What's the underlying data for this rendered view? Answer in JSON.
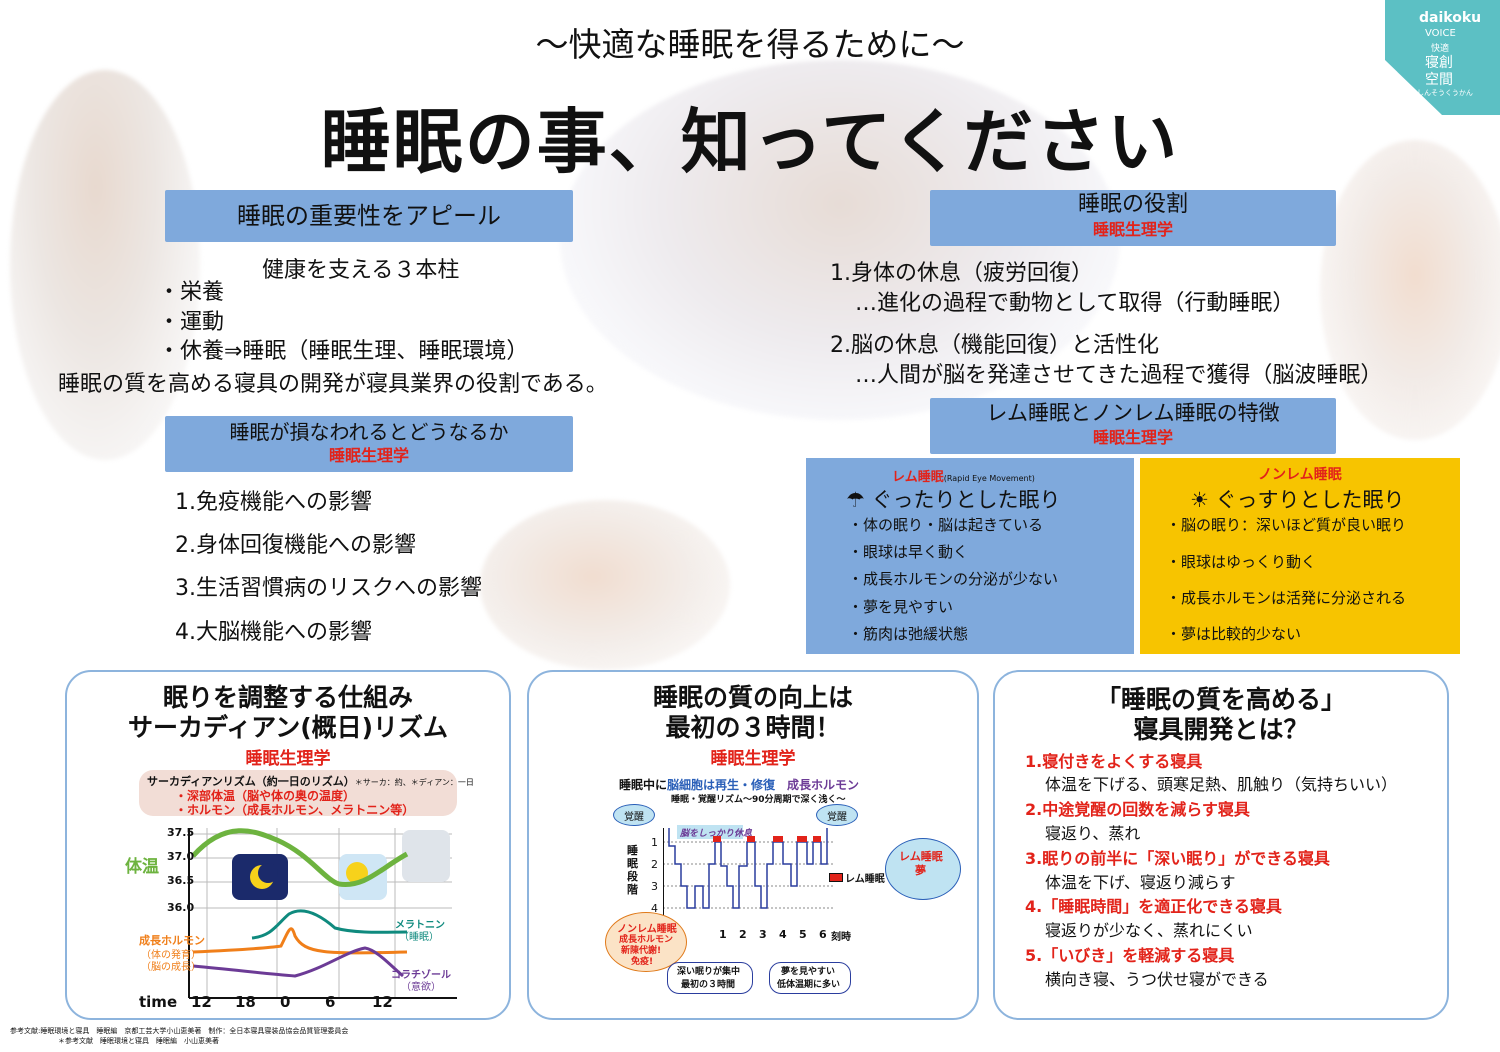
{
  "header": {
    "subtitle": "〜快適な睡眠を得るために〜",
    "title": "睡眠の事、知ってください"
  },
  "brand": {
    "name": "daikoku",
    "line1": "VOICE",
    "line2": "快適",
    "line3": "寝創",
    "line4": "空間",
    "line5": "しんそうくうかん",
    "color": "#5cc0c4"
  },
  "importance": {
    "heading": "睡眠の重要性をアピール",
    "pillars_title": "健康を支える３本柱",
    "items": [
      "・栄養",
      "・運動",
      "・休養⇒睡眠（睡眠生理、睡眠環境）"
    ],
    "conclusion": "睡眠の質を高める寝具の開発が寝具業界の役割である。"
  },
  "impaired": {
    "heading": "睡眠が損なわれるとどうなるか",
    "sub": "睡眠生理学",
    "items": [
      "1.免疫機能への影響",
      "2.身体回復機能への影響",
      "3.生活習慣病のリスクへの影響",
      "4.大脳機能への影響"
    ]
  },
  "role": {
    "heading": "睡眠の役割",
    "sub": "睡眠生理学",
    "item1": "1.身体の休息（疲労回復）",
    "item1_detail": "…進化の過程で動物として取得（行動睡眠）",
    "item2": "2.脳の休息（機能回復）と活性化",
    "item2_detail": "…人間が脳を発達させてきた過程で獲得（脳波睡眠）"
  },
  "features": {
    "heading": "レム睡眠とノンレム睡眠の特徴",
    "sub": "睡眠生理学",
    "rem": {
      "label": "レム睡眠",
      "label_en": "(Rapid Eye Movement)",
      "title": "☂ ぐったりとした眠り",
      "items": [
        "・体の眠り・脳は起きている",
        "・眼球は早く動く",
        "・成長ホルモンの分泌が少ない",
        "・夢を見やすい",
        "・筋肉は弛緩状態"
      ],
      "color": "#7fa9dc"
    },
    "nonrem": {
      "label": "ノンレム睡眠",
      "title": "☀ ぐっすりとした眠り",
      "items": [
        "・脳の眠り：深いほど質が良い眠り",
        "・眼球はゆっくり動く",
        "・成長ホルモンは活発に分泌される",
        "・夢は比較的少ない"
      ],
      "color": "#f7c400"
    }
  },
  "panel1": {
    "title1": "眠りを調整する仕組み",
    "title2": "サーカディアン(概日)リズム",
    "sub": "睡眠生理学",
    "legend_title": "サーカディアンリズム（約一日のリズム）",
    "legend_note": "＊サーカ：約、＊ディアン：一日",
    "legend_line1": "・深部体温（脳や体の奥の温度）",
    "legend_line2": "・ホルモン（成長ホルモン、メラトニン等）",
    "temp_label": "体温",
    "ticks": [
      "37.5",
      "37.0",
      "36.5",
      "36.0"
    ],
    "growth_label1": "成長ホルモン",
    "growth_label2": "（体の発育）",
    "growth_label3": "（脳の成長）",
    "melatonin1": "メラトニン",
    "melatonin2": "（睡眠）",
    "cortisol1": "コラチゾール",
    "cortisol2": "（意欲）",
    "time_label": "time",
    "times": [
      "12",
      "18",
      "0",
      "6",
      "12"
    ],
    "temp_color": "#6db33f",
    "growth_color": "#f07f1a",
    "melatonin_color": "#0f8a7e",
    "cortisol_color": "#6c3b96"
  },
  "panel2": {
    "title1": "睡眠の質の向上は",
    "title2": "最初の３時間！",
    "sub": "睡眠生理学",
    "caption_a": "睡眠中に",
    "caption_b": "脳細胞は再生・修復",
    "caption_c": "成長ホルモン",
    "caption2": "睡眠・覚醒リズム〜90分周期で深く浅く〜",
    "awake": "覚醒",
    "brain_rest": "脳をしっかり休息",
    "axis_label": "睡眠段階",
    "stages": [
      "1",
      "2",
      "3",
      "4"
    ],
    "hours": [
      "1",
      "2",
      "3",
      "4",
      "5",
      "6"
    ],
    "hour_label": "刻時",
    "rem_bubble1": "レム睡眠",
    "rem_bubble2": "夢",
    "rem_legend": "レム睡眠",
    "nonrem_bubble1": "ノンレム睡眠",
    "nonrem_bubble2": "成長ホルモン",
    "nonrem_bubble3": "新陳代謝!",
    "nonrem_bubble4": "免疫!",
    "deep_note1": "深い眠りが集中",
    "deep_note2": "最初の３時間",
    "dream_note1": "夢を見やすい",
    "dream_note2": "低体温期に多い"
  },
  "panel3": {
    "title1": "「睡眠の質を高める」",
    "title2": "寝具開発とは？",
    "items": [
      {
        "head": "1.寝付きをよくする寝具",
        "detail": "体温を下げる、頭寒足熱、肌触り（気持ちいい）"
      },
      {
        "head": "2.中途覚醒の回数を減らす寝具",
        "detail": "寝返り、蒸れ"
      },
      {
        "head": "3.眠りの前半に「深い眠り」ができる寝具",
        "detail": "体温を下げ、寝返り減らす"
      },
      {
        "head": "4.「睡眠時間」を適正化できる寝具",
        "detail": "寝返りが少なく、蒸れにくい"
      },
      {
        "head": "5.「いびき」を軽減する寝具",
        "detail": "横向き寝、うつ伏せ寝ができる"
      }
    ]
  },
  "footer": {
    "line1": "参考文献:睡眠環境と寝具　睡眠編　京都工芸大学小山恵美著　制作：全日本寝具寝装品協会品質管理委員会",
    "line2": "＊参考文献　睡眠環境と寝具　睡眠編　小山恵美著"
  }
}
